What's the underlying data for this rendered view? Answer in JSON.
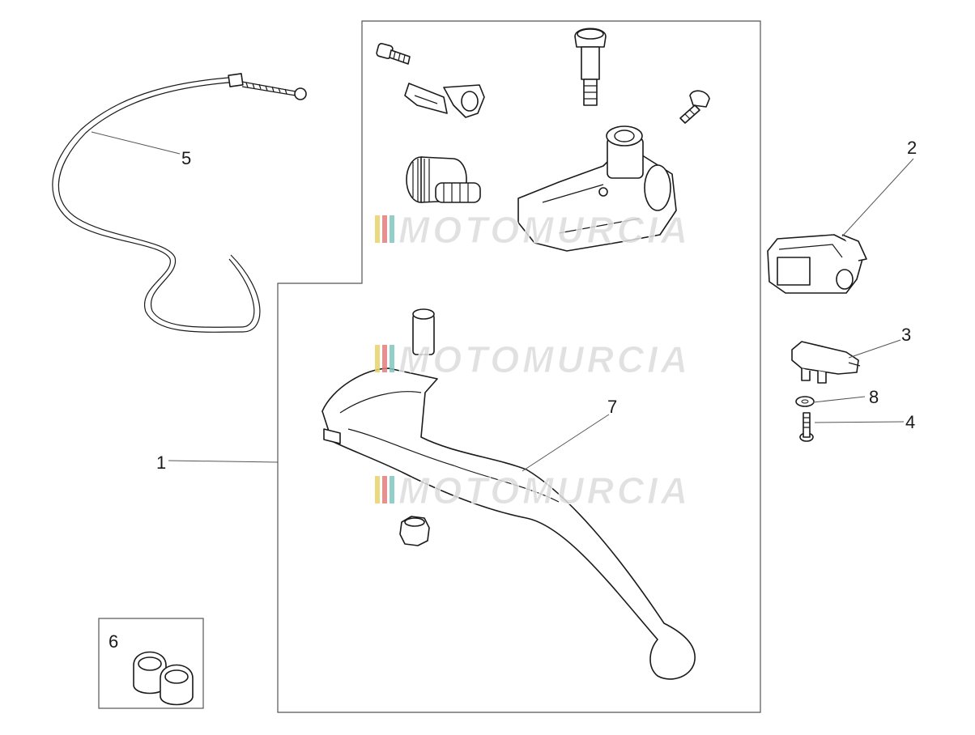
{
  "callouts": {
    "c1": "1",
    "c2": "2",
    "c3": "3",
    "c4": "4",
    "c5": "5",
    "c6": "6",
    "c7": "7",
    "c8": "8"
  },
  "watermark": {
    "text": "MOTOMURCIA",
    "colors": {
      "stripe1": "#e8d36a",
      "stripe2": "#e37d7d",
      "stripe3": "#7fc7c0",
      "text": "#dcdcdc"
    }
  }
}
